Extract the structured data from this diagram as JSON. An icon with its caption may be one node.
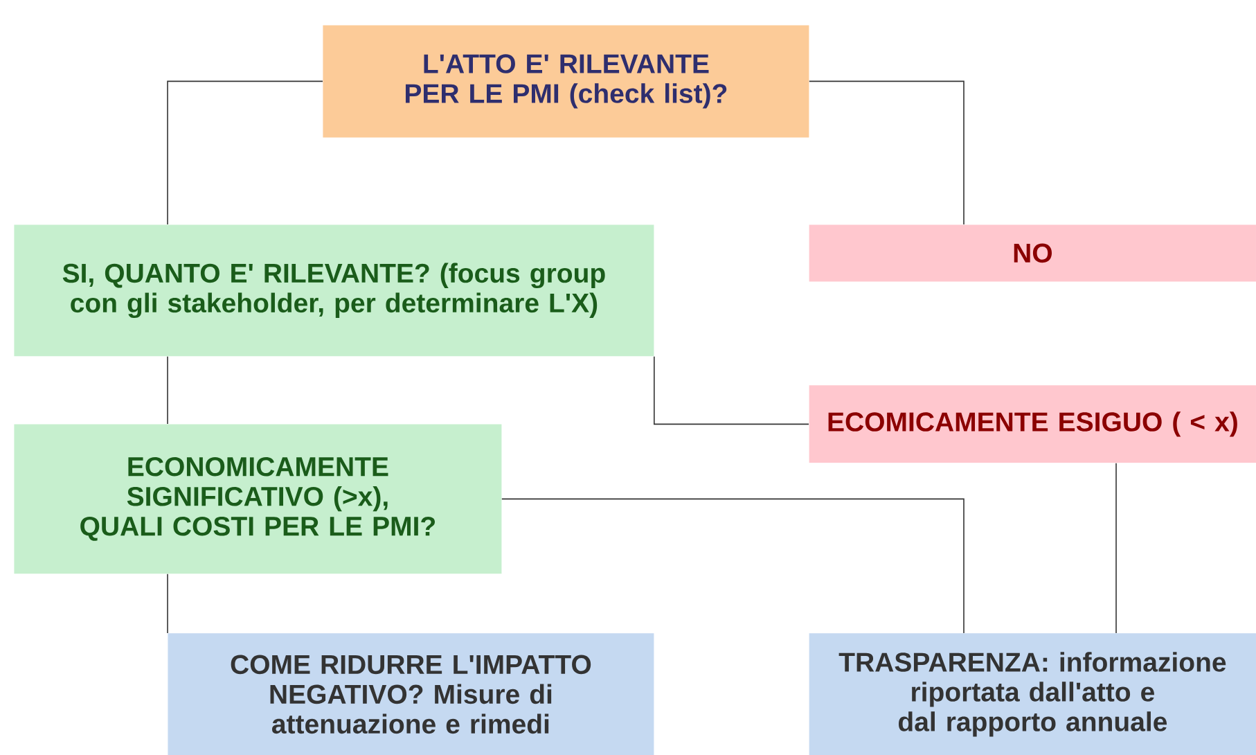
{
  "diagram": {
    "nodes": [
      {
        "text": [
          "L'ATTO E' RILEVANTE PER LE PMI (check list)?"
        ]
      },
      {
        "text": [
          "SI, QUANTO E' RILEVANTE? (focus group con gli stakeholder,  per determinare L'X)"
        ]
      },
      {
        "text": [
          "NO"
        ]
      },
      {
        "text": [
          "ECOMICAMENTE ESIGUO ( < x)"
        ]
      },
      {
        "text": [
          "ECONOMICAMENTE SIGNIFICATIVO (>x), QUALI COSTI PER LE PMI?"
        ]
      },
      {
        "text": [
          "COME RIDURRE L'IMPATTO NEGATIVO? Misure di attenuazione e rimedi"
        ]
      },
      {
        "text": [
          "TRASPARENZA: informazione riportata dall'atto e dal rapporto annuale"
        ]
      }
    ],
    "edges": [
      {
        "from": 0,
        "to": 1,
        "arrow": "none"
      },
      {
        "from": 0,
        "to": 2,
        "arrow": "none"
      },
      {
        "from": 1,
        "to": 3,
        "arrow": "none"
      },
      {
        "from": 1,
        "to": 4,
        "arrow": "none"
      },
      {
        "from": 4,
        "to": 5,
        "arrow": "none"
      },
      {
        "from": 4,
        "to": 6,
        "arrow": "none"
      },
      {
        "from": 3,
        "to": 6,
        "arrow": "none"
      }
    ]
  }
}
